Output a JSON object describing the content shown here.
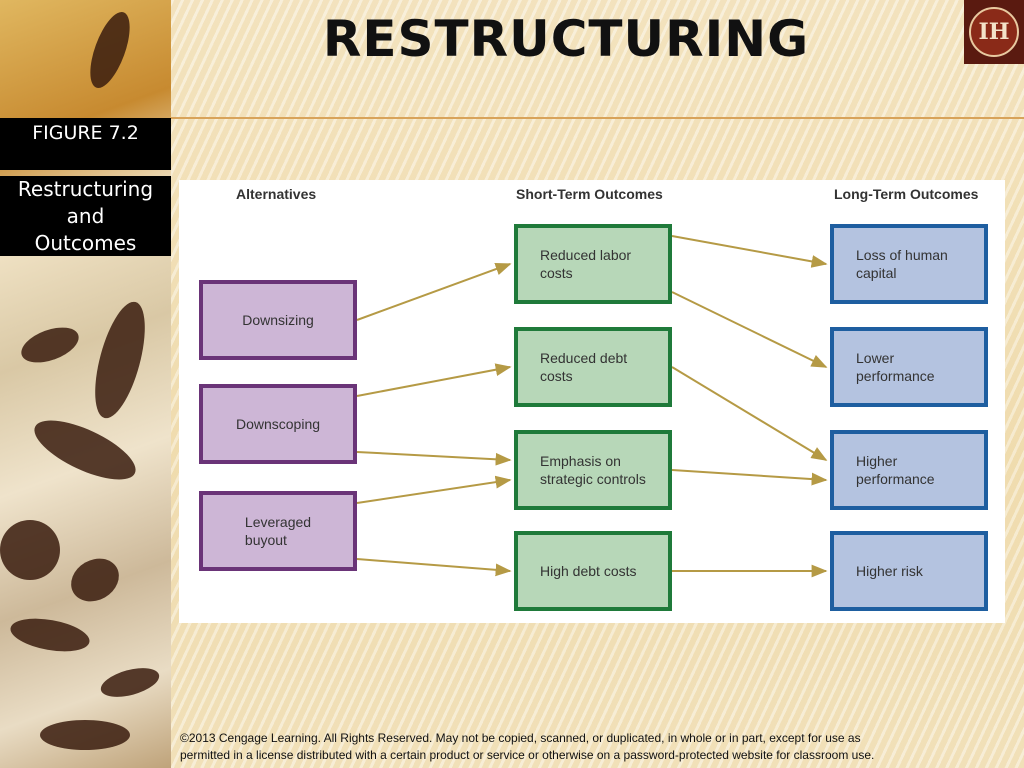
{
  "slide": {
    "title": "RESTRUCTURING",
    "figure_label": "FIGURE  7.2",
    "subtitle_line1": "Restructuring",
    "subtitle_line2": "and",
    "subtitle_line3": "Outcomes",
    "logo_text": "IH",
    "footer_line1": "©2013 Cengage Learning.  All Rights Reserved.  May not be copied, scanned, or duplicated, in whole or in part, except for use as",
    "footer_line2": "permitted in a license distributed with a certain product or service or otherwise on a password-protected website for classroom use."
  },
  "diagram": {
    "headers": {
      "alternatives": "Alternatives",
      "short_term": "Short-Term Outcomes",
      "long_term": "Long-Term Outcomes"
    },
    "alternatives": [
      {
        "id": "downsizing",
        "line1": "Downsizing",
        "line2": ""
      },
      {
        "id": "downscoping",
        "line1": "Downscoping",
        "line2": ""
      },
      {
        "id": "lbo",
        "line1": "Leveraged",
        "line2": "buyout"
      }
    ],
    "short_term": [
      {
        "id": "labor",
        "line1": "Reduced labor",
        "line2": "costs"
      },
      {
        "id": "debt",
        "line1": "Reduced debt",
        "line2": "costs"
      },
      {
        "id": "controls",
        "line1": "Emphasis on",
        "line2": "strategic controls"
      },
      {
        "id": "highdebt",
        "line1": "High debt costs",
        "line2": ""
      }
    ],
    "long_term": [
      {
        "id": "loss",
        "line1": "Loss of human",
        "line2": "capital"
      },
      {
        "id": "lower",
        "line1": "Lower",
        "line2": "performance"
      },
      {
        "id": "higherperf",
        "line1": "Higher",
        "line2": "performance"
      },
      {
        "id": "risk",
        "line1": "Higher risk",
        "line2": ""
      }
    ],
    "edges": [
      [
        "downsizing",
        "labor"
      ],
      [
        "downscoping",
        "debt"
      ],
      [
        "downscoping",
        "controls"
      ],
      [
        "lbo",
        "controls"
      ],
      [
        "lbo",
        "highdebt"
      ],
      [
        "labor",
        "loss"
      ],
      [
        "labor",
        "lower"
      ],
      [
        "debt",
        "higherperf"
      ],
      [
        "controls",
        "higherperf"
      ],
      [
        "highdebt",
        "risk"
      ]
    ],
    "colors": {
      "arrow": "#b59a45",
      "alt_fill": "#cdb6d6",
      "alt_border": "#6a3478",
      "st_fill": "#b7d7b8",
      "st_border": "#1f7a3a",
      "lt_fill": "#b4c3e0",
      "lt_border": "#1e5ea0"
    }
  }
}
